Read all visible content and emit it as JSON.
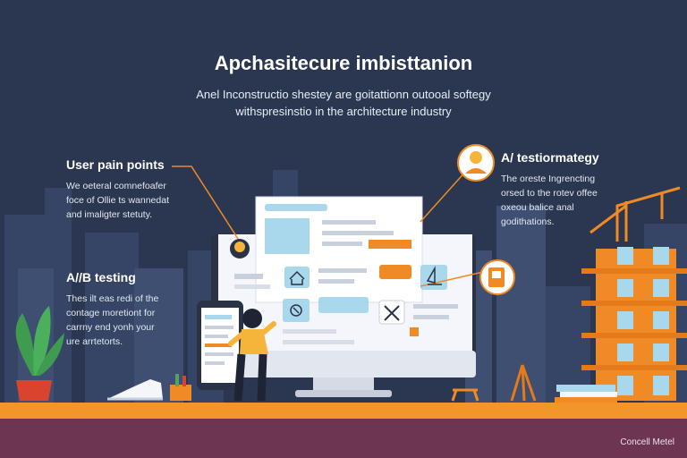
{
  "header": {
    "title": "Apchasitecure imbisttanion",
    "subtitle_line1": "Anel Inconstructio shestey are goitattionn outooal softegy",
    "subtitle_line2": "withspresinstio in the architecture industry"
  },
  "left_panel": {
    "section1": {
      "heading": "User pain points",
      "line1": "We oeteral comnefoafer",
      "line2": "foce of Ollie ts wannedat",
      "line3": "and imaligter stetuty."
    },
    "section2": {
      "heading": "A//B testing",
      "line1": "Thes ilt eas redi of the",
      "line2": "contage moretiont for",
      "line3": "carrny end yonh your",
      "line4": "ure arrtetorts."
    }
  },
  "right_panel": {
    "section": {
      "heading": "A/ testiormategy",
      "line1": "The oreste Ingrencting",
      "line2": "orsed to the rotev offee",
      "line3": "oxeou balice anal",
      "line4": "godithations."
    }
  },
  "footer": {
    "brand": "Concell Metel"
  },
  "icons": {
    "person_badge": "person-icon",
    "door_badge": "door-icon",
    "house_card": "house-icon",
    "tools_card": "tools-icon",
    "sailboat_card": "sailboat-icon",
    "compass_card": "compass-icon"
  },
  "colors": {
    "background": "#2b3750",
    "accent_orange": "#f08a24",
    "ground_orange": "#f2962b",
    "floor_purple": "#6e3550",
    "card_blue": "#a9d8ec"
  }
}
